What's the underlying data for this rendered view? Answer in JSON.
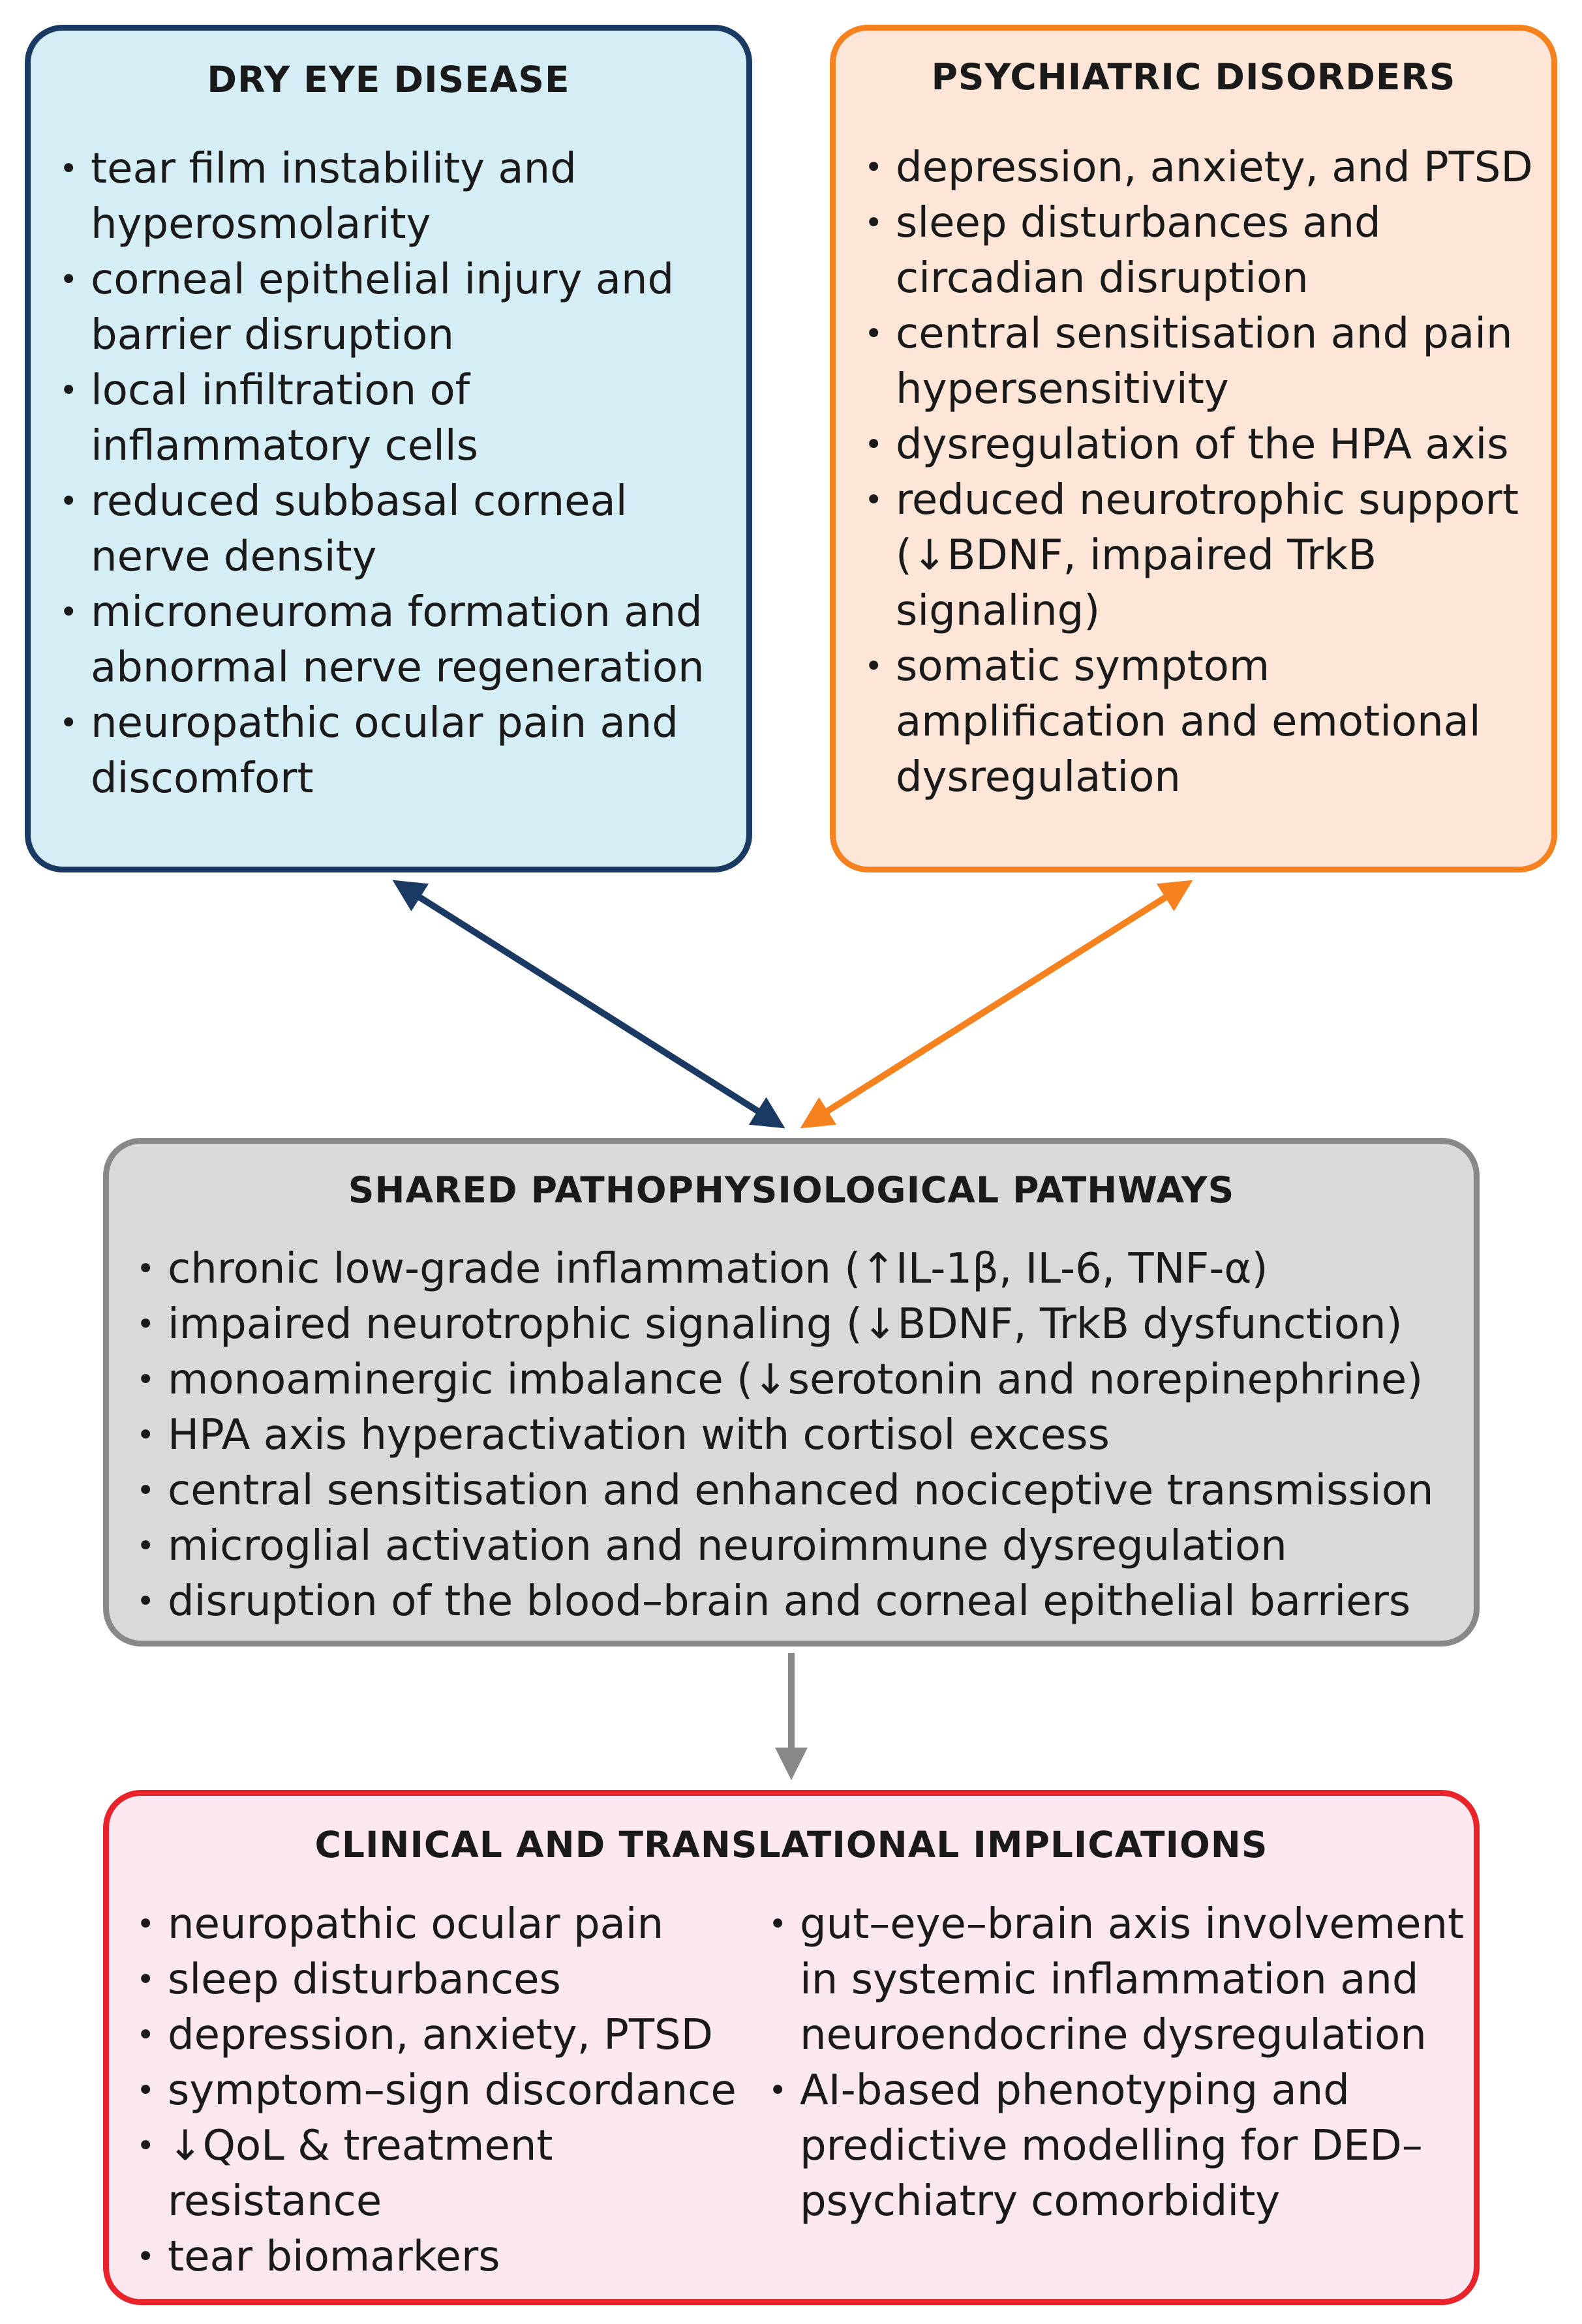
{
  "dry_eye": {
    "title": "DRY EYE DISEASE",
    "items": [
      "tear film instability and hyperosmolarity",
      "corneal epithelial injury and barrier disruption",
      "local infiltration of inflammatory cells",
      "reduced subbasal corneal nerve density",
      "microneuroma formation and abnormal nerve regeneration",
      "neuropathic ocular pain and discomfort"
    ]
  },
  "psychiatric": {
    "title": "PSYCHIATRIC DISORDERS",
    "items": [
      "depression, anxiety, and PTSD",
      "sleep disturbances and circadian disruption",
      "central sensitisation and pain hypersensitivity",
      "dysregulation of the HPA axis",
      "reduced neurotrophic support (↓BDNF, impaired TrkB signaling)",
      "somatic symptom amplification and emotional dysregulation"
    ]
  },
  "shared": {
    "title": "SHARED PATHOPHYSIOLOGICAL PATHWAYS",
    "items": [
      "chronic low-grade inflammation (↑IL-1β, IL-6, TNF-α)",
      "impaired neurotrophic signaling (↓BDNF, TrkB dysfunction)",
      "monoaminergic imbalance (↓serotonin and norepinephrine)",
      "HPA axis hyperactivation with cortisol excess",
      "central sensitisation and enhanced nociceptive transmission",
      "microglial activation and neuroimmune dysregulation",
      "disruption of the blood–brain and corneal epithelial barriers"
    ]
  },
  "clinical": {
    "title": "CLINICAL AND TRANSLATIONAL IMPLICATIONS",
    "left_items": [
      "neuropathic ocular pain",
      "sleep disturbances",
      "depression, anxiety, PTSD",
      "symptom–sign discordance",
      "↓QoL & treatment resistance",
      "tear biomarkers"
    ],
    "right_items": [
      "gut–eye–brain axis involvement in systemic inflammation and neuroendocrine dysregulation",
      "AI-based phenotyping and predictive modelling for DED–psychiatry comorbidity"
    ]
  },
  "colors": {
    "dry_eye_border": "#1b3a63",
    "dry_eye_fill": "#d5eef6",
    "psychiatric_border": "#f5821f",
    "psychiatric_fill": "#fde5d7",
    "shared_border": "#888888",
    "shared_fill": "#d9d9d9",
    "clinical_border": "#e8232a",
    "clinical_fill": "#fbe7f0"
  }
}
